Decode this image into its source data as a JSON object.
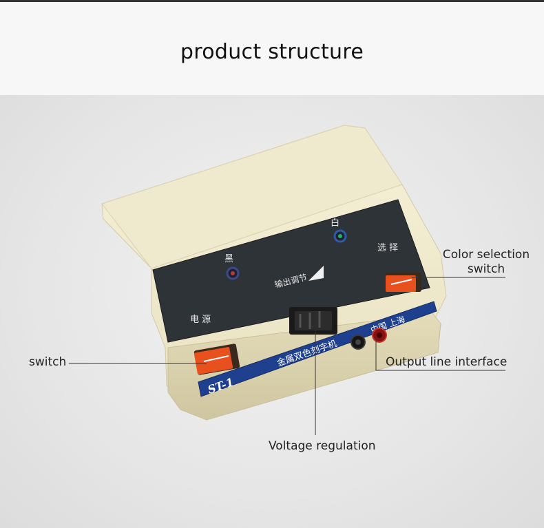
{
  "title": "product structure",
  "device": {
    "panel_labels": {
      "black": "黑",
      "white": "白",
      "select": "选 择",
      "power": "电 源",
      "output_adjust": "输出调节"
    },
    "name_strip": "金属双色刻字机",
    "origin": "中国 上海",
    "model": "ST-1",
    "colors": {
      "body": "#ece6c8",
      "panel": "#2e3338",
      "strip": "#1f3f8f",
      "switch": "#e8501e"
    }
  },
  "callouts": {
    "color_selection": "Color selection\nswitch",
    "switch": "switch",
    "output": "Output line interface",
    "voltage": "Voltage regulation"
  }
}
